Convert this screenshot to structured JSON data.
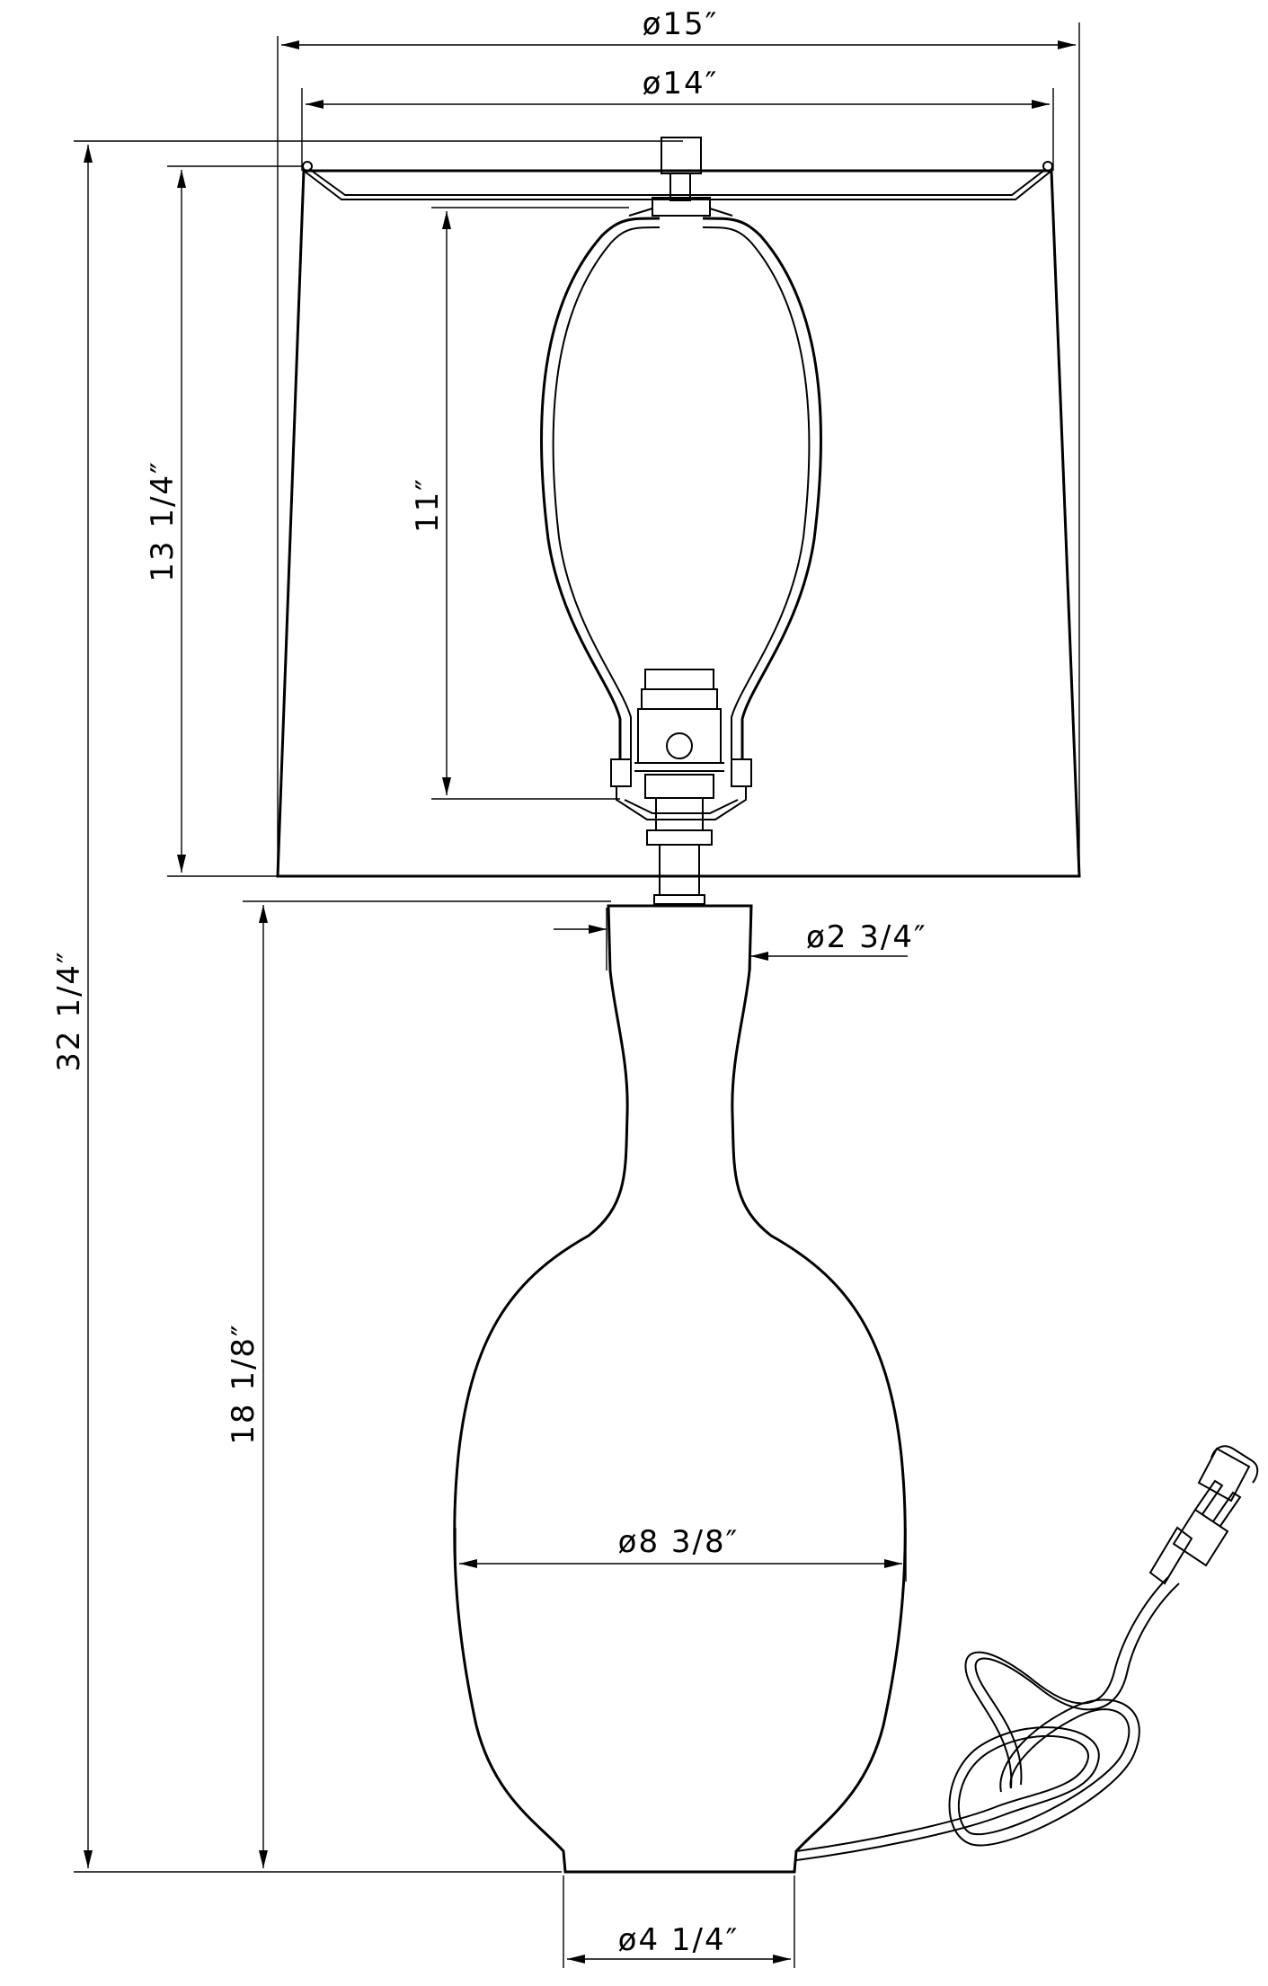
{
  "dimensions": {
    "shade_top_diameter": "ø15″",
    "shade_inner_diameter": "ø14″",
    "overall_height": "32 1/4″",
    "shade_height": "13 1/4″",
    "harp_height": "11″",
    "neck_diameter": "ø2 3/4″",
    "base_height": "18 1/8″",
    "body_diameter": "ø8 3/8″",
    "foot_diameter": "ø4 1/4″"
  },
  "colors": {
    "line": "#000000",
    "background": "#ffffff"
  }
}
